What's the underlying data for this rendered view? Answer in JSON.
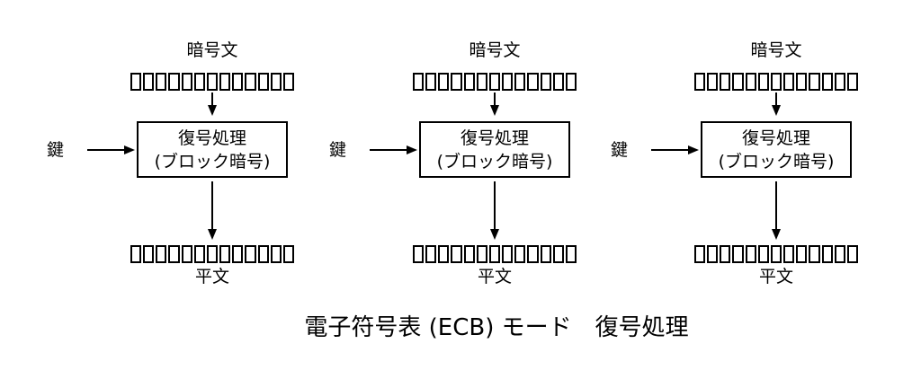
{
  "caption": "電子符号表 (ECB) モード　復号処理",
  "block_cell_count": 13,
  "colors": {
    "line": "#000000",
    "background": "#ffffff"
  },
  "units": [
    {
      "top_label": "暗号文",
      "key_label": "鍵",
      "box_line1": "復号処理",
      "box_line2": "(ブロック暗号)",
      "bottom_label": "平文"
    },
    {
      "top_label": "暗号文",
      "key_label": "鍵",
      "box_line1": "復号処理",
      "box_line2": "(ブロック暗号)",
      "bottom_label": "平文"
    },
    {
      "top_label": "暗号文",
      "key_label": "鍵",
      "box_line1": "復号処理",
      "box_line2": "(ブロック暗号)",
      "bottom_label": "平文"
    }
  ]
}
